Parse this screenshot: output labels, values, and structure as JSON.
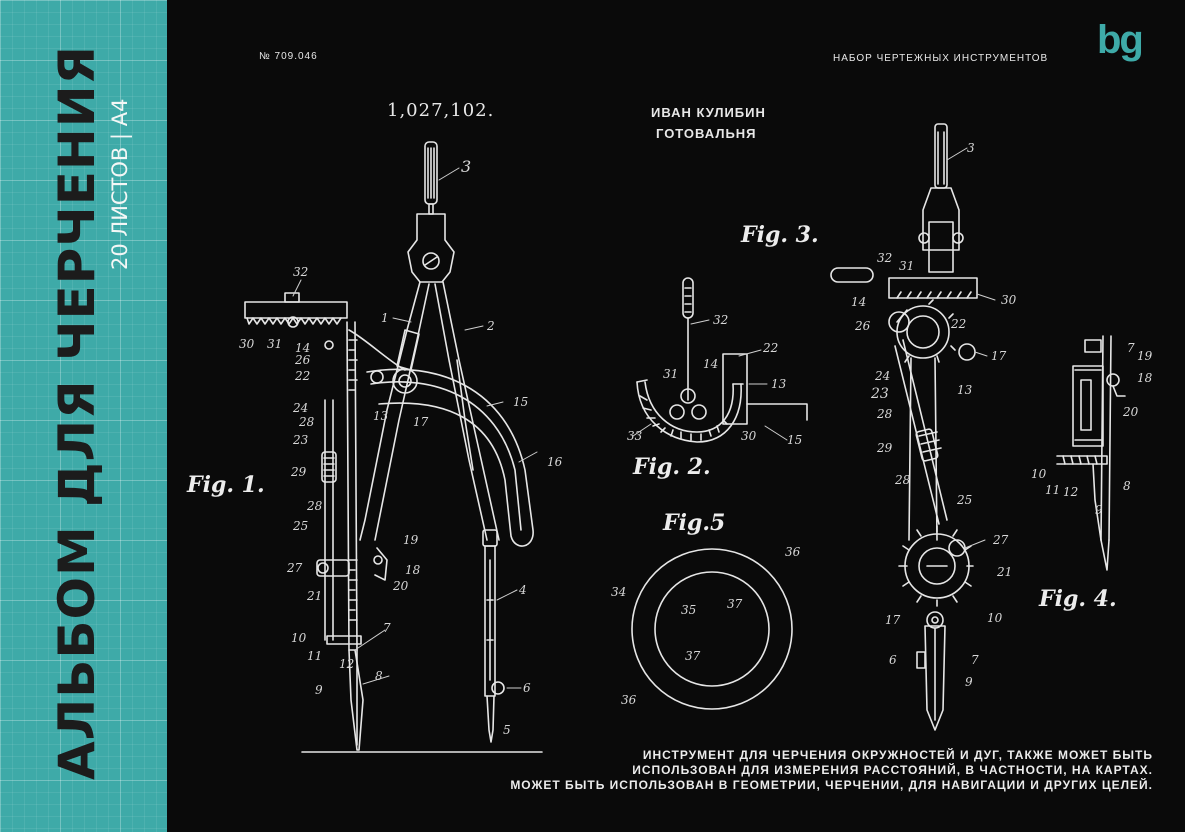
{
  "spine": {
    "title": "АЛЬБОМ ДЛЯ ЧЕРЧЕНИЯ",
    "subtitle": "20 ЛИСТОВ | А4",
    "color": "#3eaaa8"
  },
  "header": {
    "code": "№ 709.046",
    "kit": "НАБОР ЧЕРТЕЖНЫХ ИНСТРУМЕНТОВ",
    "brand": "bg"
  },
  "blueprint": {
    "patent_number": "1,027,102.",
    "author": "ИВАН КУЛИБИН",
    "tool_name": "ГОТОВАЛЬНЯ",
    "figures": {
      "fig1": "Fig. 1.",
      "fig2": "Fig. 2.",
      "fig3": "Fig. 3.",
      "fig4": "Fig. 4.",
      "fig5": "Fig.5"
    }
  },
  "description": {
    "line1": "ИНСТРУМЕНТ ДЛЯ ЧЕРЧЕНИЯ ОКРУЖНОСТЕЙ И ДУГ, ТАКЖЕ МОЖЕТ БЫТЬ",
    "line2": "ИСПОЛЬЗОВАН ДЛЯ ИЗМЕРЕНИЯ РАССТОЯНИЙ, В ЧАСТНОСТИ, НА КАРТАХ.",
    "line3": "МОЖЕТ БЫТЬ ИСПОЛЬЗОВАН В ГЕОМЕТРИИ, ЧЕРЧЕНИИ, ДЛЯ НАВИГАЦИИ И ДРУГИХ ЦЕЛЕЙ."
  }
}
